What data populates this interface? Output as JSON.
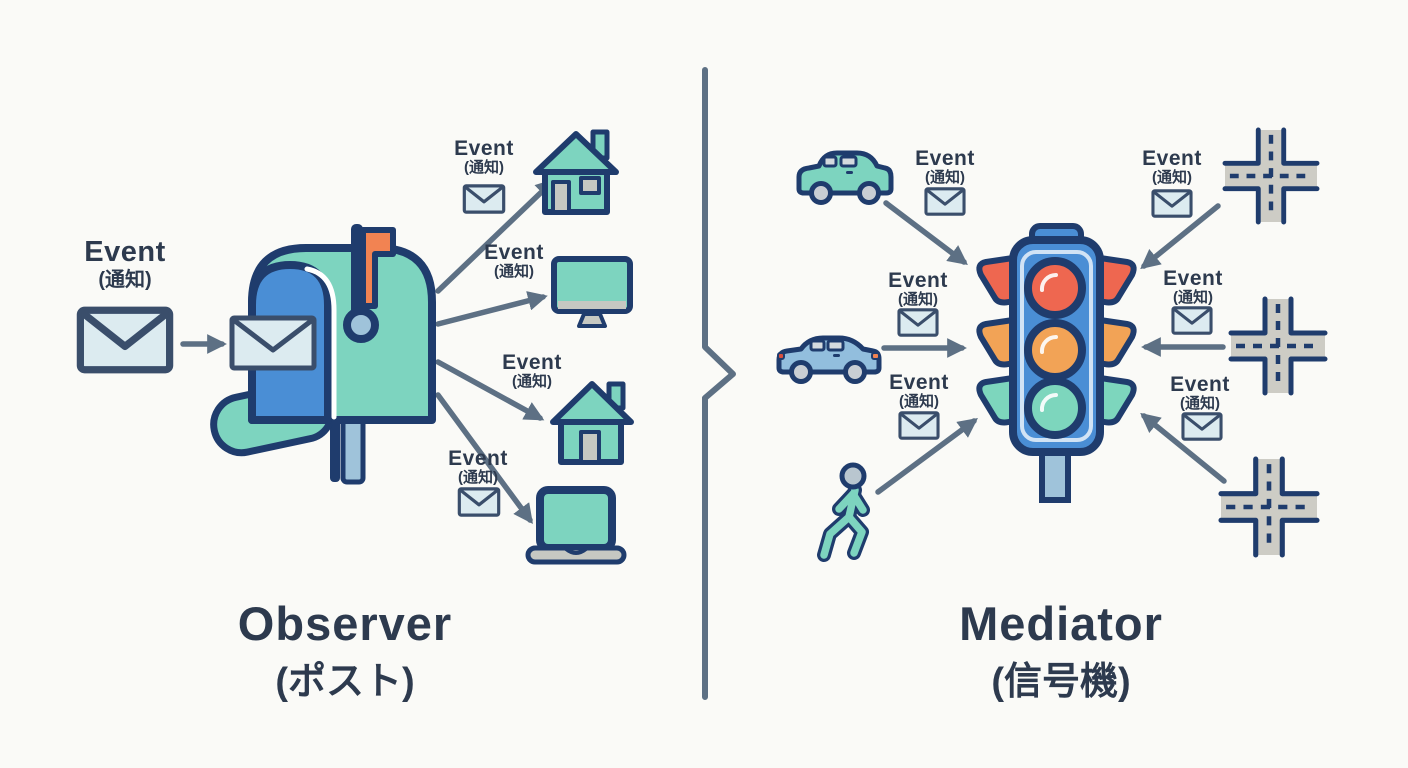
{
  "shared": {
    "event": "Event",
    "notice": "(通知)"
  },
  "left": {
    "title": "Observer",
    "subtitle": "(ポスト)",
    "source_icon": "envelope-icon",
    "hub_icon": "mailbox-icon",
    "subscriber_icons": [
      "house-icon",
      "monitor-icon",
      "house-icon",
      "laptop-icon"
    ]
  },
  "right": {
    "title": "Mediator",
    "subtitle": "(信号機)",
    "hub_icon": "traffic-light-icon",
    "left_source_icons": [
      "car-icon",
      "car-icon",
      "pedestrian-icon"
    ],
    "right_source_icons": [
      "intersection-icon",
      "intersection-icon",
      "intersection-icon"
    ]
  },
  "colors": {
    "background": "#fafaf7",
    "outline_navy": "#1f3c6d",
    "text_navy": "#2d3a4e",
    "teal": "#7dd4bf",
    "blue": "#4a8ed5",
    "orange": "#f28352",
    "light_red": "#ee6750",
    "light_orange": "#f2a356",
    "light_green": "#7dd6bd",
    "arrow_slate": "#5d7084",
    "envelope_fill": "#dcebf0",
    "envelope_stroke": "#3a4e6b",
    "road_gray": "#cdccc5",
    "accent_gray": "#c6c8c2",
    "steel_blue": "#9fc3da",
    "car_blue": "#92bedd",
    "wheel_gray": "#c9ced4",
    "window_gray": "#d4dade",
    "head_gray": "#b9c6cf",
    "tail_red": "#d94f3d"
  }
}
